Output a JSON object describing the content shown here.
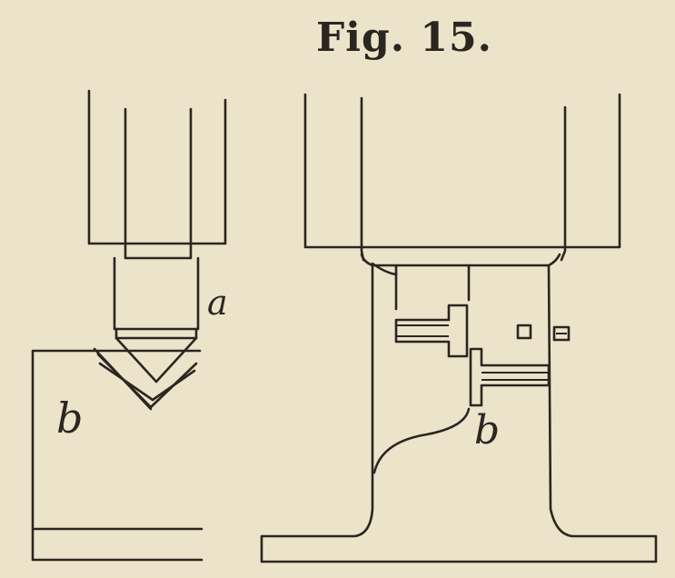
{
  "figure": {
    "title": "Fig. 15."
  },
  "left_view": {
    "label_a": "a",
    "label_b": "b"
  },
  "right_view": {
    "label_b": "b"
  }
}
